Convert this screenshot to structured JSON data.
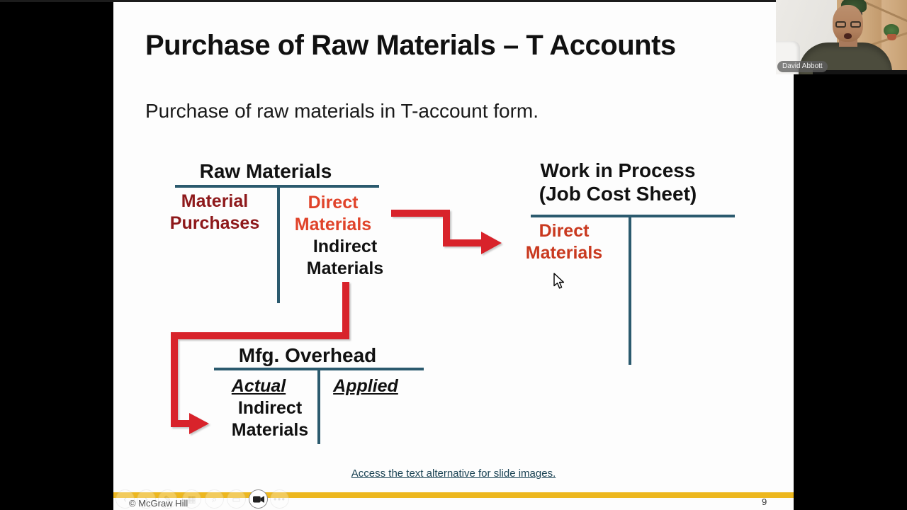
{
  "meeting": {
    "participant_name": "David Abbott"
  },
  "slide": {
    "title": "Purchase of Raw Materials – T Accounts",
    "subtitle": "Purchase of raw materials in T-account form.",
    "accounts": {
      "raw_materials": {
        "title": "Raw Materials",
        "debit_entry": "Material Purchases",
        "credit_entry_1": "Direct Materials",
        "credit_entry_2": "Indirect Materials"
      },
      "work_in_process": {
        "title_line1": "Work in Process",
        "title_line2": "(Job Cost Sheet)",
        "debit_entry": "Direct Materials"
      },
      "mfg_overhead": {
        "title": "Mfg. Overhead",
        "debit_header": "Actual",
        "credit_header": "Applied",
        "debit_entry": "Indirect Materials"
      }
    },
    "footer": {
      "link": "Access the text alternative for slide images.",
      "copyright": "© McGraw Hill",
      "page_number": "9"
    }
  },
  "toolbar": {
    "icons": [
      "previous-slide",
      "next-slide",
      "pen",
      "see-all-slides",
      "zoom",
      "captions",
      "camera",
      "more-options"
    ]
  },
  "colors": {
    "t_account_line": "#2b5a6e",
    "maroon_text": "#8e191b",
    "red_text": "#e0432a",
    "wip_red_text": "#c9391f",
    "arrow_red": "#d8232b",
    "link_text": "#1b4354",
    "accent_bar": "#edb71e"
  }
}
